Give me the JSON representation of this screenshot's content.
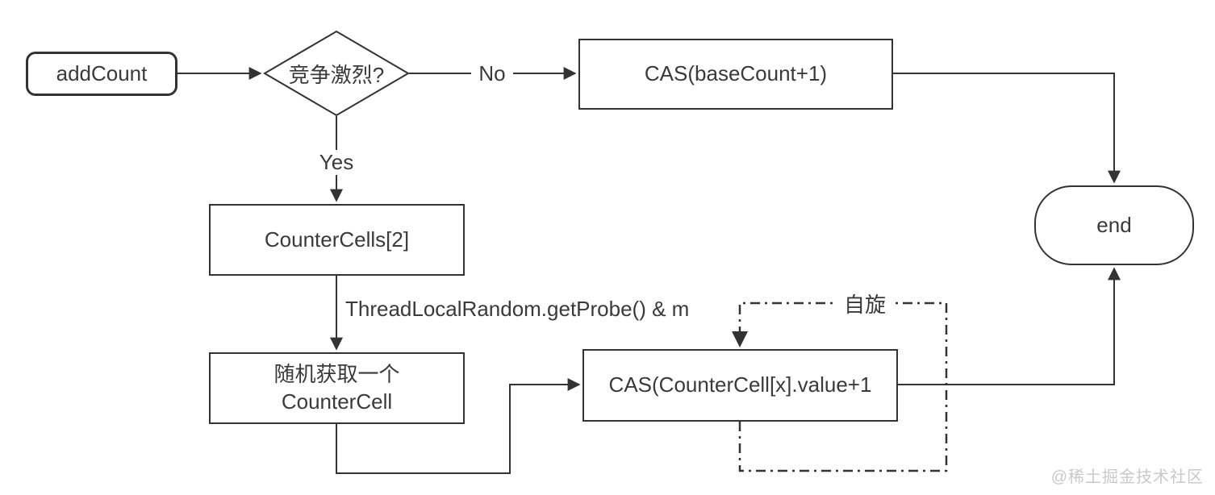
{
  "diagram": {
    "title": "addCount flow (ConcurrentHashMap counter update flowchart)",
    "nodes": {
      "add_count": {
        "label": "addCount",
        "shape": "rounded-start"
      },
      "decision": {
        "label": "竞争激烈?",
        "shape": "diamond"
      },
      "cas_base": {
        "label": "CAS(baseCount+1)",
        "shape": "rect"
      },
      "counter_cells": {
        "label": "CounterCells[2]",
        "shape": "rect"
      },
      "random_get": {
        "label_line1": "随机获取一个",
        "label_line2": "CounterCell",
        "shape": "rect"
      },
      "cas_cell": {
        "label": "CAS(CounterCell[x].value+1",
        "shape": "rect"
      },
      "end": {
        "label": "end",
        "shape": "stadium"
      }
    },
    "edge_labels": {
      "no": "No",
      "yes": "Yes",
      "probe": "ThreadLocalRandom.getProbe() & m",
      "spin": "自旋"
    },
    "colors": {
      "line": "#333333",
      "text": "#3a3a3a",
      "node_fill": "#ffffff",
      "watermark": "#c9c9c9",
      "background": "#ffffff"
    },
    "watermark": "@稀土掘金技术社区"
  }
}
